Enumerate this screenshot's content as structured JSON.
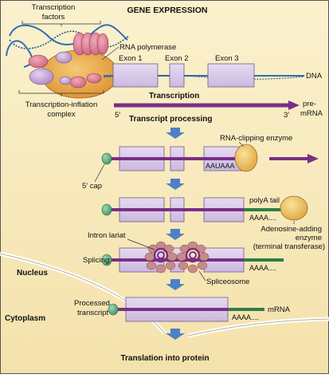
{
  "title": "GENE EXPRESSION",
  "labels": {
    "transcription_factors": "Transcription factors",
    "rna_polymerase": "RNA polymerase",
    "exon1": "Exon 1",
    "exon2": "Exon 2",
    "exon3": "Exon 3",
    "dna": "DNA",
    "transcription": "Transcription",
    "initiation_complex": "Transcription-inflation complex",
    "five_prime": "5′",
    "three_prime": "3′",
    "pre_mrna": "pre-mRNA",
    "transcript_processing": "Transcript processing",
    "rna_clipping_enzyme": "RNA-clipping enzyme",
    "five_cap": "5′ cap",
    "aauaaa": "AAUAAA",
    "polya_tail": "polyA tail",
    "aaaa": "AAAA....",
    "adenosine_enzyme": "Adenosine-adding enzyme (terminal transferase)",
    "intron_lariat": "Intron lariat",
    "splicing": "Splicing",
    "spliceosome": "Spliceosome",
    "nucleus": "Nucleus",
    "processed_transcript": "Processed transcript",
    "mrna": "mRNA",
    "cytoplasm": "Cytoplasm",
    "translation": "Translation into protein"
  },
  "colors": {
    "background": "#f7e9b9",
    "exon": "#d9cbe8",
    "exon_stroke": "#6f5a8a",
    "strand": "#7a2f86",
    "cap": "#4f9a72",
    "tail": "#2f7d45",
    "arrow": "#4f7fc6",
    "enzyme": "#e9b54a",
    "polymerase": "#e2a13c",
    "factor": "#cf6f86",
    "dna_blue": "#2f6fb6",
    "spliceosome": "#c98a8a",
    "lariat": "#7b2e82"
  }
}
